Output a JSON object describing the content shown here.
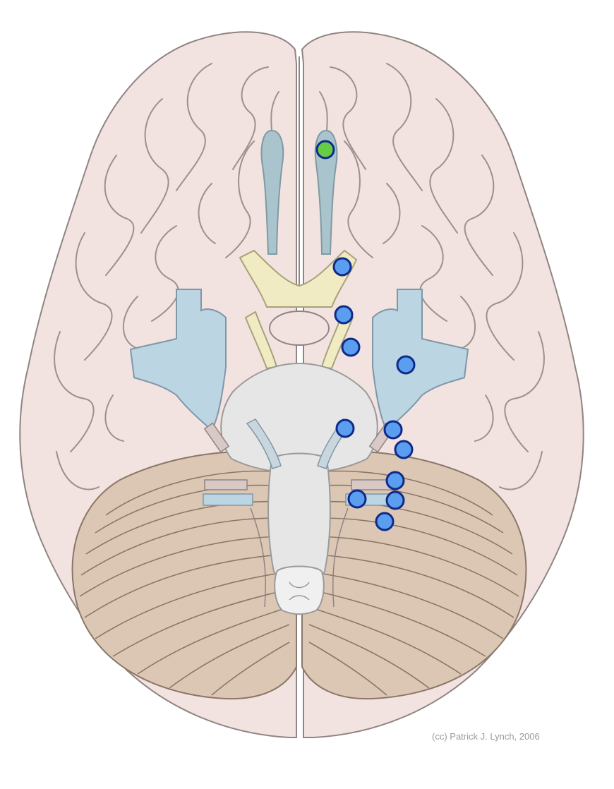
{
  "diagram": {
    "credit": "(cc) Patrick J. Lynch, 2006",
    "colors": {
      "cerebrum_fill": "#f2e3e1",
      "cerebrum_stroke": "#8f8482",
      "cerebellum_fill": "#dcc7b4",
      "cerebellum_stroke": "#8a7767",
      "brainstem_fill": "#e6e6e6",
      "olfactory_blue": "#a9c4cc",
      "optic_yellow": "#f0ebc2",
      "vessel_blue": "#bcd5e2",
      "marker_blue": "#5b9ef0",
      "marker_green": "#66cc44",
      "marker_stroke": "#0f2a8a"
    },
    "markers": [
      {
        "name": "marker-olfactory-bulb",
        "color": "green"
      },
      {
        "name": "marker-optic-nerve",
        "color": "blue"
      },
      {
        "name": "marker-optic-chiasm",
        "color": "blue"
      },
      {
        "name": "marker-optic-tract",
        "color": "blue"
      },
      {
        "name": "marker-temporal-lobe",
        "color": "blue"
      },
      {
        "name": "marker-oculomotor",
        "color": "blue"
      },
      {
        "name": "marker-trochlear",
        "color": "blue"
      },
      {
        "name": "marker-trigeminal",
        "color": "blue"
      },
      {
        "name": "marker-facial",
        "color": "blue"
      },
      {
        "name": "marker-vestibulocochlear",
        "color": "blue"
      },
      {
        "name": "marker-abducens",
        "color": "blue"
      },
      {
        "name": "marker-glossopharyngeal",
        "color": "blue"
      }
    ]
  }
}
